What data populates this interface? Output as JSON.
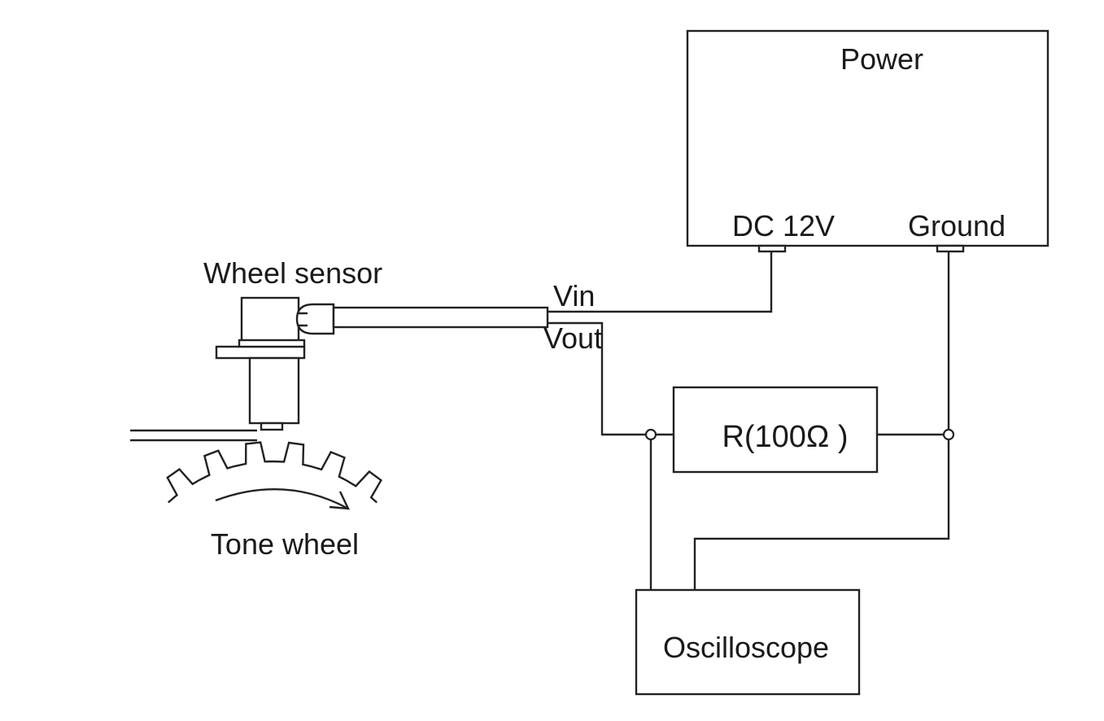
{
  "power": {
    "title": "Power",
    "dc_label": "DC 12V",
    "ground_label": "Ground"
  },
  "sensor": {
    "label": "Wheel sensor",
    "vin_label": "Vin",
    "vout_label": "Vout"
  },
  "resistor": {
    "label": "R(100Ω )"
  },
  "tone_wheel": {
    "label": "Tone wheel"
  },
  "oscilloscope": {
    "label": "Oscilloscope"
  },
  "colors": {
    "line": "#222222",
    "background": "#ffffff"
  }
}
